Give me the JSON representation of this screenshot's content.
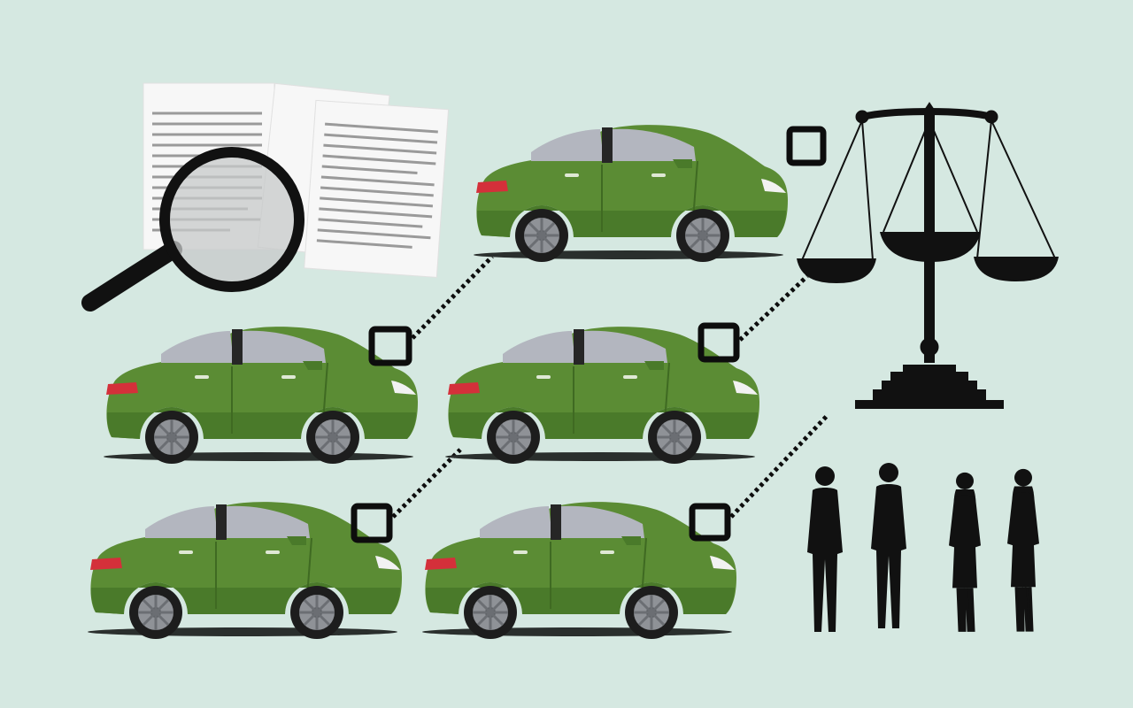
{
  "colors": {
    "background": "#d5e8e1",
    "car_body": "#5b8c34",
    "car_body_dark": "#4a7a2a",
    "car_window": "#b3b6bf",
    "car_tire": "#1d1d1d",
    "car_rim": "#8f9297",
    "car_shadow": "#2a2f2d",
    "taillight": "#d4303a",
    "headlight": "#f2f2f2",
    "silhouette": "#111111",
    "paper": "#f7f7f7",
    "paper_line": "#9a9a9a",
    "lens": "#c7c9c9",
    "connector": "#0d0d0d"
  },
  "illustration": {
    "documents": {
      "icon": "documents-icon",
      "sheets": 3
    },
    "magnifier": {
      "icon": "magnifying-glass-icon"
    },
    "cars": [
      {
        "id": "car-top",
        "icon": "sedan-car-icon"
      },
      {
        "id": "car-middle-left",
        "icon": "sedan-car-icon"
      },
      {
        "id": "car-middle-right",
        "icon": "sedan-car-icon"
      },
      {
        "id": "car-bottom-left",
        "icon": "sedan-car-icon"
      },
      {
        "id": "car-bottom-right",
        "icon": "sedan-car-icon"
      }
    ],
    "checkboxes": 5,
    "scales": {
      "icon": "scales-of-justice-icon",
      "pans": 3
    },
    "people": {
      "icon": "business-people-silhouettes-icon",
      "count": 4
    }
  }
}
